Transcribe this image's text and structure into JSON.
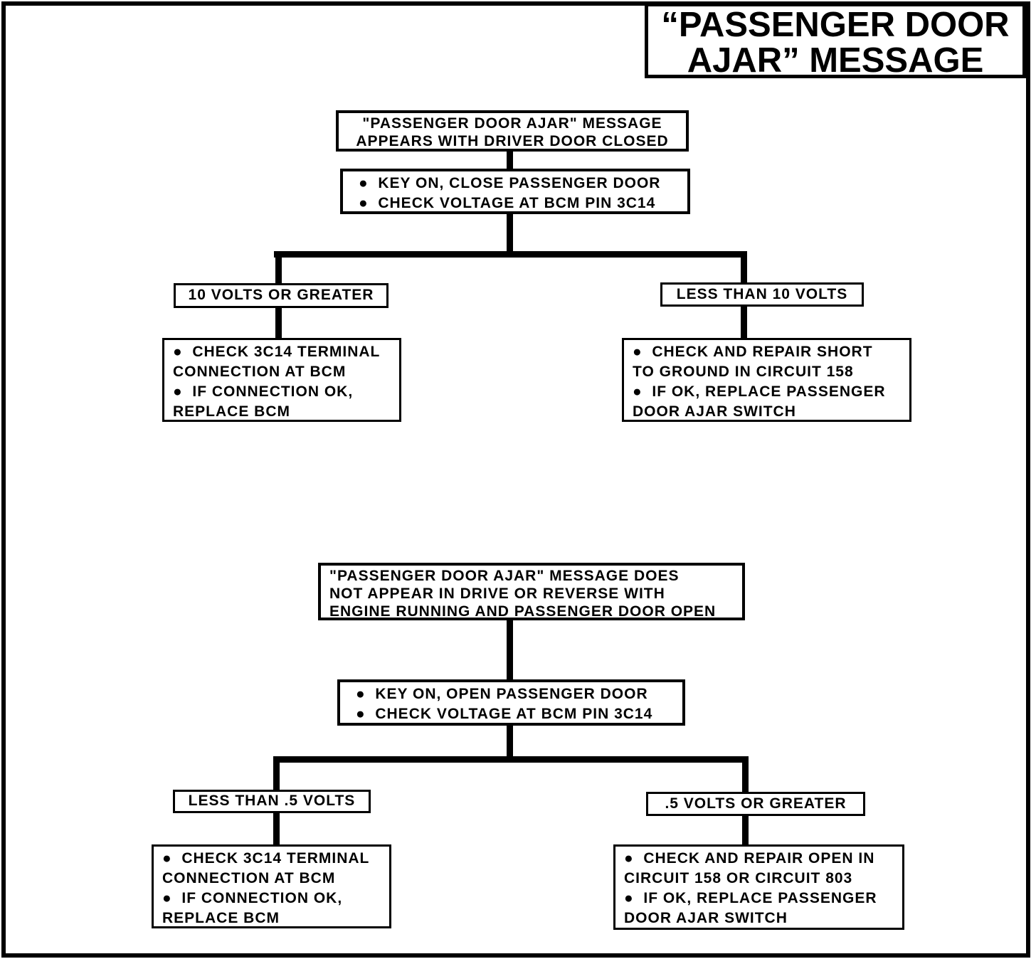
{
  "title": {
    "line1": "“PASSENGER DOOR",
    "line2": "AJAR” MESSAGE"
  },
  "colors": {
    "ink": "#000000",
    "paper": "#ffffff"
  },
  "chart1": {
    "start": {
      "lines": [
        "\"PASSENGER DOOR AJAR\" MESSAGE",
        "APPEARS WITH DRIVER DOOR CLOSED"
      ]
    },
    "step": {
      "lines": [
        "●  KEY ON, CLOSE PASSENGER DOOR",
        "●  CHECK VOLTAGE AT BCM PIN 3C14"
      ]
    },
    "left_condition": "10 VOLTS OR GREATER",
    "left_action": {
      "lines": [
        "●  CHECK 3C14 TERMINAL",
        "CONNECTION AT BCM",
        "●  IF CONNECTION OK,",
        "REPLACE BCM"
      ]
    },
    "right_condition": "LESS THAN 10 VOLTS",
    "right_action": {
      "lines": [
        "●  CHECK AND REPAIR SHORT",
        "TO GROUND IN CIRCUIT 158",
        "●  IF OK, REPLACE PASSENGER",
        "DOOR AJAR SWITCH"
      ]
    }
  },
  "chart2": {
    "start": {
      "lines": [
        "\"PASSENGER DOOR AJAR\" MESSAGE DOES",
        "NOT APPEAR IN DRIVE OR REVERSE WITH",
        "ENGINE RUNNING AND PASSENGER DOOR OPEN"
      ]
    },
    "step": {
      "lines": [
        "●  KEY ON, OPEN PASSENGER DOOR",
        "●  CHECK VOLTAGE AT BCM PIN 3C14"
      ]
    },
    "left_condition": "LESS THAN .5 VOLTS",
    "left_action": {
      "lines": [
        "●  CHECK 3C14 TERMINAL",
        "CONNECTION AT BCM",
        "●  IF CONNECTION OK,",
        "REPLACE BCM"
      ]
    },
    "right_condition": ".5 VOLTS OR GREATER",
    "right_action": {
      "lines": [
        "●  CHECK AND REPAIR OPEN IN",
        "CIRCUIT 158 OR CIRCUIT 803",
        "●  IF OK, REPLACE PASSENGER",
        "DOOR AJAR SWITCH"
      ]
    }
  }
}
